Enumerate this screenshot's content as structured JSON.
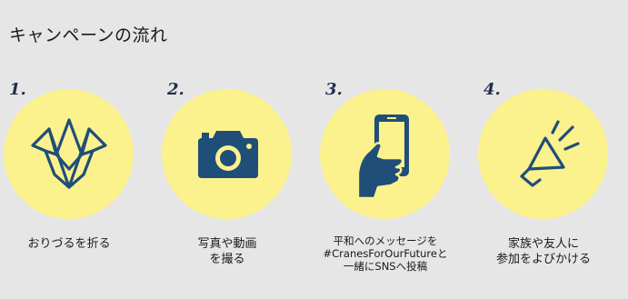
{
  "title": "キャンペーンの流れ",
  "colors": {
    "circle": "#fbf18d",
    "icon": "#1f4e79",
    "background": "#e6e6e6"
  },
  "steps": [
    {
      "number": "1.",
      "icon": "paper-crane-icon",
      "lines": [
        "おりづるを折る"
      ]
    },
    {
      "number": "2.",
      "icon": "camera-icon",
      "lines": [
        "写真や動画",
        "を撮る"
      ]
    },
    {
      "number": "3.",
      "icon": "smartphone-in-hand-icon",
      "lines": [
        "平和へのメッセージを",
        "#CranesForOurFutureと",
        "一緒にSNSへ投稿"
      ]
    },
    {
      "number": "4.",
      "icon": "megaphone-icon",
      "lines": [
        "家族や友人に",
        "参加をよびかける"
      ]
    }
  ]
}
